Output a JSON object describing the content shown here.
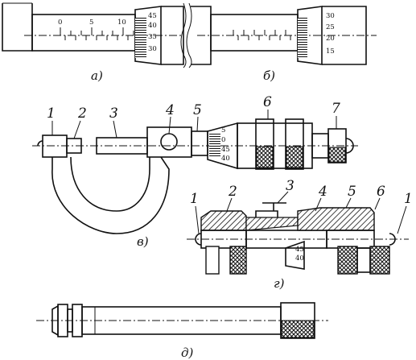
{
  "captions": {
    "a": "а)",
    "b": "б)",
    "v": "в)",
    "g": "г)",
    "d": "д)"
  },
  "scale_a": {
    "sleeve": [
      "0",
      "5",
      "10"
    ],
    "thimble": [
      "45",
      "40",
      "35",
      "30"
    ]
  },
  "scale_b": {
    "thimble": [
      "30",
      "25",
      "20",
      "15"
    ]
  },
  "view_v": {
    "callouts": [
      "1",
      "2",
      "3",
      "4",
      "5",
      "6",
      "7"
    ],
    "thimble": [
      "5",
      "0",
      "45",
      "40"
    ]
  },
  "view_g": {
    "callouts": [
      "1",
      "2",
      "3",
      "4",
      "5",
      "6",
      "1"
    ],
    "thimble": [
      "45",
      "40"
    ]
  }
}
